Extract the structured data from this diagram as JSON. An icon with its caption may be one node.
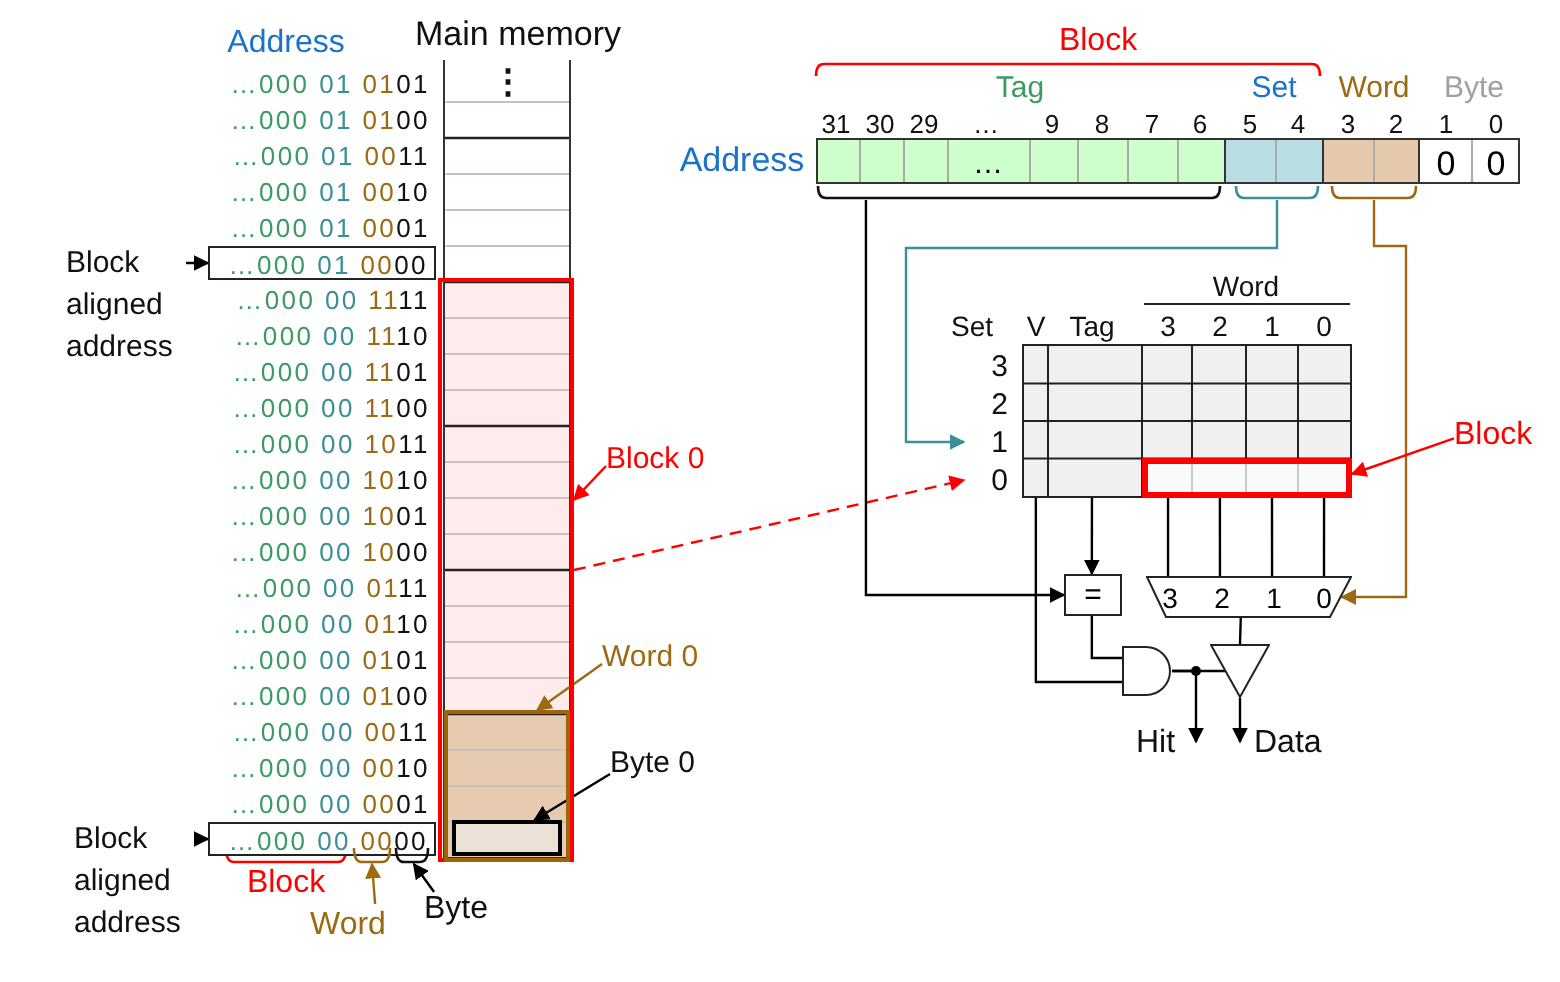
{
  "diagram": {
    "nodes": [
      {
        "text": [
          "Block aligned address"
        ]
      },
      {
        "text": [
          "…000 01 0000"
        ]
      },
      {
        "text": [
          "Block aligned address"
        ]
      },
      {
        "text": [
          "…000 00 0000"
        ]
      },
      {
        "text": [],
        "shape": "box"
      },
      {
        "text": [],
        "shape": "box",
        "in": 4
      },
      {
        "text": [],
        "shape": "box",
        "in": 5
      },
      {
        "text": [
          "Block 0"
        ]
      },
      {
        "text": [
          "Word 0"
        ]
      },
      {
        "text": [
          "Byte 0"
        ]
      },
      {
        "text": [
          "Word"
        ]
      },
      {
        "text": [],
        "shape": "bracket"
      },
      {
        "text": [
          "Byte"
        ]
      },
      {
        "text": [],
        "shape": "bracket"
      },
      {
        "text": [
          "…"
        ]
      },
      {
        "text": [],
        "shape": "box"
      },
      {
        "text": [],
        "shape": "box"
      },
      {
        "text": [
          "0",
          "0"
        ]
      },
      {
        "text": [],
        "shape": "bracket"
      },
      {
        "text": [],
        "shape": "bracket"
      },
      {
        "text": [],
        "shape": "bracket"
      },
      {
        "text": [],
        "shape": "box"
      },
      {
        "text": [],
        "shape": "box",
        "in": 21
      },
      {
        "text": [
          "3"
        ]
      },
      {
        "text": [
          "2"
        ]
      },
      {
        "text": [
          "1"
        ]
      },
      {
        "text": [
          "0"
        ]
      },
      {
        "text": [
          "Block"
        ]
      },
      {
        "text": [
          "="
        ]
      },
      {
        "text": [
          "3",
          "2",
          "1",
          "0"
        ]
      },
      {
        "text": [],
        "shape": "gate"
      },
      {
        "text": [],
        "shape": "triangle"
      },
      {
        "text": [
          "Hit"
        ]
      },
      {
        "text": [
          "Data"
        ]
      }
    ],
    "edges": [
      {
        "from": 0,
        "to": 1,
        "arrow": "to"
      },
      {
        "from": 2,
        "to": 3,
        "arrow": "to"
      },
      {
        "from": 7,
        "to": 4,
        "arrow": "to",
        "color": "#ff0000"
      },
      {
        "from": 8,
        "to": 5,
        "arrow": "to",
        "color": "#9c6a12"
      },
      {
        "from": 9,
        "to": 6,
        "arrow": "to"
      },
      {
        "from": 10,
        "to": 11,
        "arrow": "to",
        "color": "#9c6a12"
      },
      {
        "from": 12,
        "to": 13,
        "arrow": "to"
      },
      {
        "from": 4,
        "to": 26,
        "arrow": "to",
        "style": "dashed",
        "color": "#ff0000"
      },
      {
        "from": 18,
        "to": 28,
        "arrow": "to"
      },
      {
        "from": 19,
        "to": 25,
        "arrow": "to",
        "color": "#3a8f99"
      },
      {
        "from": 20,
        "to": 29,
        "arrow": "to",
        "color": "#9c6a12"
      },
      {
        "from": 27,
        "to": 22,
        "arrow": "to",
        "color": "#ff0000"
      },
      {
        "from": 21,
        "to": 28,
        "arrow": "to"
      },
      {
        "from": 22,
        "to": 29,
        "arrow": "none"
      },
      {
        "from": 21,
        "to": 30,
        "arrow": "none"
      },
      {
        "from": 28,
        "to": 30,
        "arrow": "none"
      },
      {
        "from": 29,
        "to": 31,
        "arrow": "none"
      },
      {
        "from": 30,
        "to": 31,
        "arrow": "none"
      },
      {
        "from": 30,
        "to": 32,
        "arrow": "to"
      },
      {
        "from": 31,
        "to": 33,
        "arrow": "to"
      }
    ],
    "labels": [
      "Address",
      "Main memory",
      "⋮",
      "…000 01 0101",
      "…000 01 0100",
      "…000 01 0011",
      "…000 01 0010",
      "…000 01 0001",
      "…000 00 1111",
      "…000 00 1110",
      "…000 00 1101",
      "…000 00 1100",
      "…000 00 1011",
      "…000 00 1010",
      "…000 00 1001",
      "…000 00 1000",
      "…000 00 0111",
      "…000 00 0110",
      "…000 00 0101",
      "…000 00 0100",
      "…000 00 0011",
      "…000 00 0010",
      "…000 00 0001",
      "Block",
      "Block",
      "Tag",
      "Set",
      "Word",
      "Byte",
      "31",
      "30",
      "29",
      "…",
      "9",
      "8",
      "7",
      "6",
      "5",
      "4",
      "3",
      "2",
      "1",
      "0",
      "Address",
      "Word",
      "Set",
      "V",
      "Tag",
      "3",
      "2",
      "1",
      "0"
    ]
  }
}
